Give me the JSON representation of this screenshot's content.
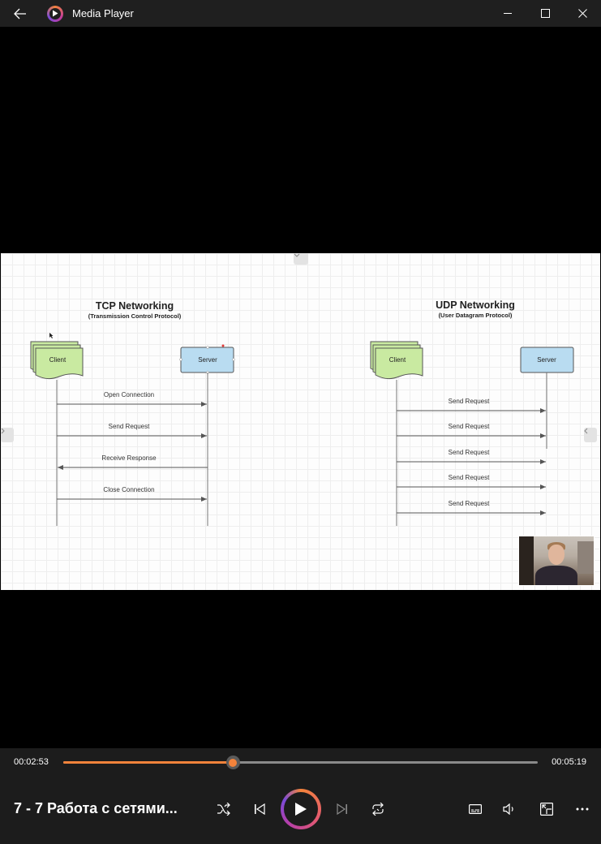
{
  "window": {
    "title": "Media Player"
  },
  "slide": {
    "tcp": {
      "title": "TCP Networking",
      "subtitle": "(Transmission Control Protocol)",
      "client": "Client",
      "server": "Server",
      "messages": [
        "Open Connection",
        "Send Request",
        "Receive Response",
        "Close Connection"
      ]
    },
    "udp": {
      "title": "UDP Networking",
      "subtitle": "(User Datagram Protocol)",
      "client": "Client",
      "server": "Server",
      "messages": [
        "Send Request",
        "Send Request",
        "Send Request",
        "Send Request",
        "Send Request"
      ]
    }
  },
  "player": {
    "elapsed": "00:02:53",
    "total": "00:05:19",
    "progress": 0.357,
    "track_title": "7 - 7 Работа с сетями..."
  },
  "icons": {
    "back": "back-arrow-icon",
    "app": "media-player-logo-icon",
    "minimize": "minimize-icon",
    "maximize": "maximize-icon",
    "close": "close-icon",
    "shuffle": "shuffle-icon",
    "previous": "previous-icon",
    "play": "play-icon",
    "next": "next-icon",
    "repeat": "repeat-icon",
    "captions": "captions-icon",
    "volume": "volume-icon",
    "miniplayer": "mini-player-icon",
    "more": "more-options-icon"
  },
  "colors": {
    "accent": "#f3833b",
    "client_box": "#c9eaa1",
    "server_box": "#b9dcf1"
  }
}
